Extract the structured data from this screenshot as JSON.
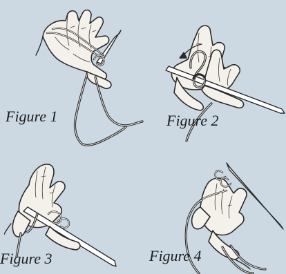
{
  "figures": [
    {
      "id": "fig1",
      "caption": "Figure 1",
      "icon": "left-hand-slip-knot-on-needle-icon"
    },
    {
      "id": "fig2",
      "caption": "Figure 2",
      "icon": "right-hand-needle-thread-loop-icon"
    },
    {
      "id": "fig3",
      "caption": "Figure 3",
      "icon": "left-hand-thumb-loop-needle-icon"
    },
    {
      "id": "fig4",
      "caption": "Figure 4",
      "icon": "hand-needle-stitch-lifted-icon"
    }
  ],
  "colors": {
    "background": "#ccd9e3",
    "ink": "#2a2a2a",
    "skin": "#f4f1ea"
  }
}
